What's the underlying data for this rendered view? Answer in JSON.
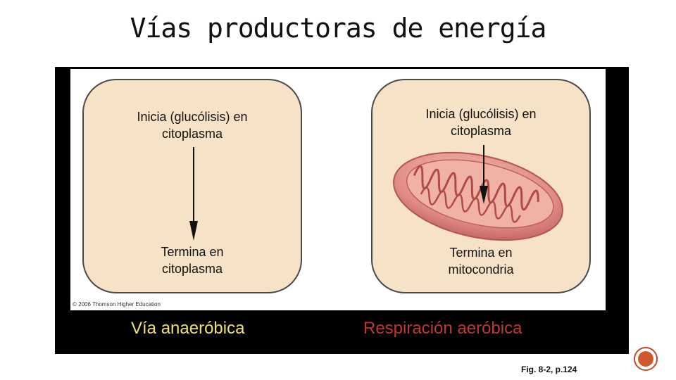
{
  "title": "Vías productoras de energía",
  "figure": {
    "left_panel": {
      "start_text": "Inicia (glucólisis) en\ncitoplasma",
      "end_text": "Termina en\ncitoplasma",
      "caption": "Vía anaeróbica"
    },
    "right_panel": {
      "start_text": "Inicia (glucólisis) en\ncitoplasma",
      "end_text": "Termina en\nmitocondria",
      "caption": "Respiración aeróbica",
      "illustration": "mitochondrion-icon"
    },
    "copyright": "© 2006 Thomson Higher Education"
  },
  "figure_reference": "Fig. 8-2, p.124",
  "colors": {
    "panel_bg": "#f6e2c6",
    "anaerobic_caption": "#f0e070",
    "aerobic_caption": "#c0372e",
    "frame": "#000000"
  }
}
